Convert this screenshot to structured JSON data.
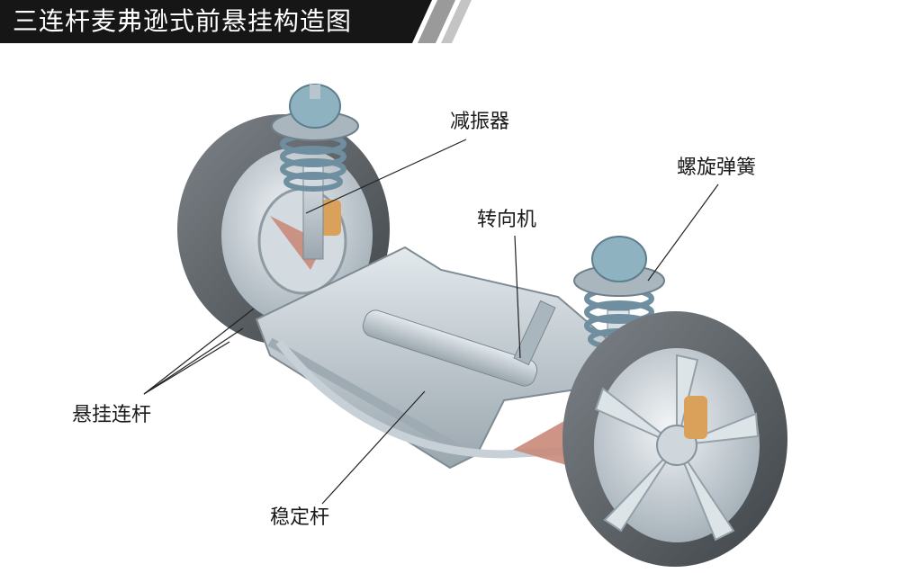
{
  "title": "三连杆麦弗逊式前悬挂构造图",
  "labels": {
    "shock_absorber": "减振器",
    "coil_spring": "螺旋弹簧",
    "steering_gear": "转向机",
    "suspension_links": "悬挂连杆",
    "stabilizer_bar": "稳定杆"
  },
  "colors": {
    "title_bg": "#161616",
    "title_stripe": "#9a9a9a",
    "leader_line": "#222222",
    "tire": "#5a5f63",
    "rim": "#c9d2d8",
    "metal": "#b9c3ca",
    "spring_blue": "#7fa3b6",
    "control_arm": "#c98a7a",
    "caliper": "#d9a15a"
  }
}
